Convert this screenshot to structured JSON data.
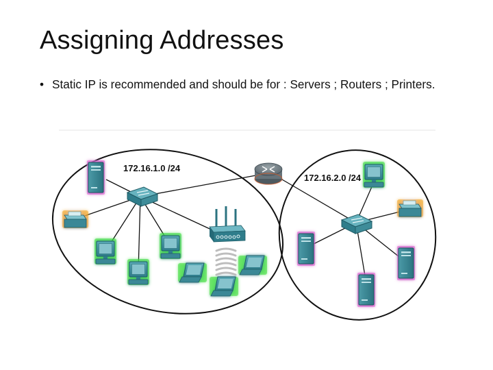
{
  "slide": {
    "title": "Assigning Addresses",
    "bullet_marker": "•",
    "bullet_text": "Static IP is recommended and should be for : Servers ; Routers ; Printers."
  },
  "diagram": {
    "left_network_label": "172.16.1.0 /24",
    "right_network_label": "172.16.2.0 /24",
    "colors": {
      "device_body": "#3d8e9c",
      "device_dark": "#256977",
      "pc_glow": "#3ddc3a",
      "server_glow": "#e05bd4",
      "printer_glow": "#f0a424",
      "link": "#111111",
      "boundary": "#111111",
      "router": "#6f7c80",
      "wifi": "#bcbcbc"
    }
  }
}
